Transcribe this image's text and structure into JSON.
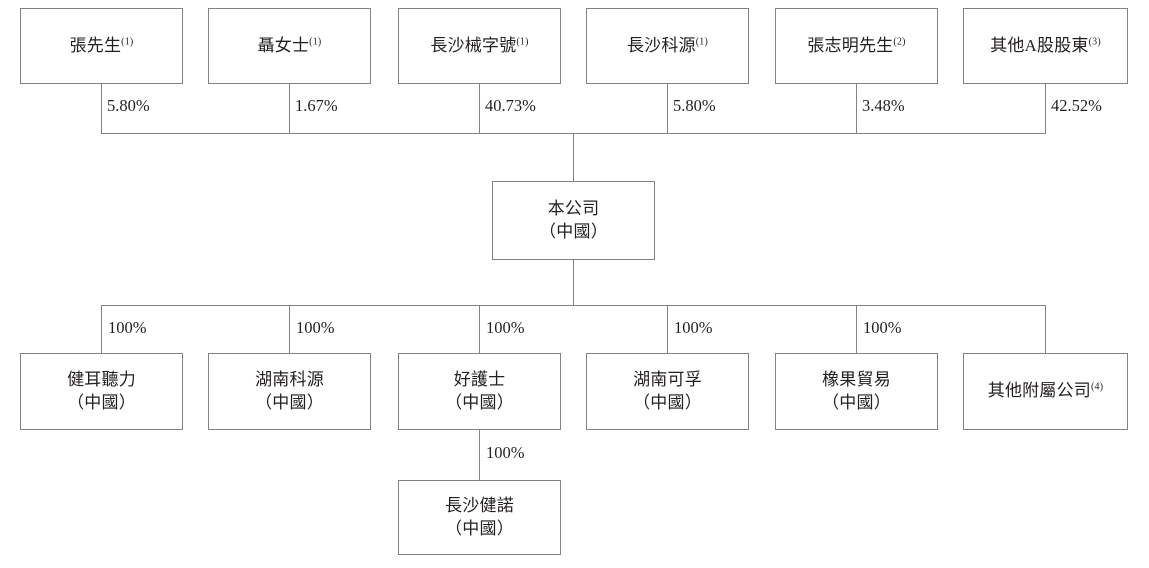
{
  "diagram": {
    "title": "Shareholding and corporate structure chart",
    "type": "org-chart",
    "colors": {
      "box_border": "#808285",
      "line": "#808285",
      "text": "#231f20",
      "background": "#ffffff"
    },
    "shareholders": [
      {
        "name": "張先生",
        "note": "(1)",
        "percent": "5.80%"
      },
      {
        "name": "聶女士",
        "note": "(1)",
        "percent": "1.67%"
      },
      {
        "name": "長沙械字號",
        "note": "(1)",
        "percent": "40.73%"
      },
      {
        "name": "長沙科源",
        "note": "(1)",
        "percent": "5.80%"
      },
      {
        "name": "張志明先生",
        "note": "(2)",
        "percent": "3.48%"
      },
      {
        "name": "其他A股股東",
        "note": "(3)",
        "percent": "42.52%"
      }
    ],
    "company": {
      "name": "本公司",
      "location": "（中國）"
    },
    "subsidiaries": [
      {
        "name": "健耳聽力",
        "location": "（中國）",
        "note": "",
        "percent": "100%"
      },
      {
        "name": "湖南科源",
        "location": "（中國）",
        "note": "",
        "percent": "100%"
      },
      {
        "name": "好護士",
        "location": "（中國）",
        "note": "",
        "percent": "100%"
      },
      {
        "name": "湖南可孚",
        "location": "（中國）",
        "note": "",
        "percent": "100%"
      },
      {
        "name": "橡果貿易",
        "location": "（中國）",
        "note": "",
        "percent": "100%"
      },
      {
        "name": "其他附屬公司",
        "location": "",
        "note": "(4)",
        "percent": ""
      }
    ],
    "sub_subsidiary": {
      "parent": "好護士",
      "name": "長沙健諾",
      "location": "（中國）",
      "percent": "100%"
    }
  }
}
